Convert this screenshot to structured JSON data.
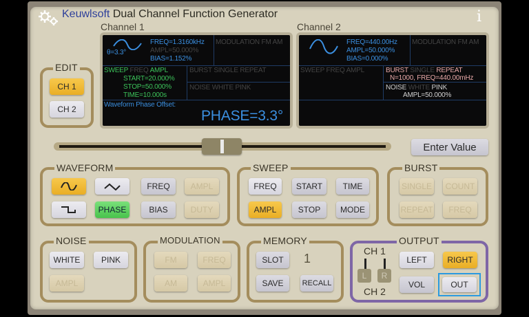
{
  "header": {
    "brand": "Keuwlsoft",
    "title": "Dual Channel Function Generator",
    "info_icon": "i"
  },
  "channels": [
    {
      "label": "Channel 1",
      "waveform_icon": "sine-wave",
      "theta": "θ=3.3°",
      "freq": "FREQ=1.3160kHz",
      "ampl": "AMPL=50.000%",
      "bias": "BIAS=1.152%",
      "modulation": {
        "label": "MODULATION",
        "fm": "FM",
        "am": "AM"
      },
      "sweep": {
        "label": "SWEEP",
        "freq": "FREQ",
        "ampl": "AMPL",
        "start": "START=20.000%",
        "stop": "STOP=50.000%",
        "time": "TIME=10.000s"
      },
      "burst": {
        "label": "BURST",
        "single": "SINGLE",
        "repeat": "REPEAT",
        "detail": ""
      },
      "noise": {
        "label": "NOISE",
        "white": "WHITE",
        "pink": "PINK",
        "ampl": ""
      },
      "message": "Waveform Phase Offset:",
      "big_value": "PHASE=3.3°"
    },
    {
      "label": "Channel 2",
      "waveform_icon": "sine-wave",
      "freq": "FREQ=440.00Hz",
      "ampl": "AMPL=50.000%",
      "bias": "BIAS=0.000%",
      "modulation": {
        "label": "MODULATION",
        "fm": "FM",
        "am": "AM"
      },
      "sweep": {
        "label": "SWEEP",
        "freq": "FREQ",
        "ampl": "AMPL"
      },
      "burst": {
        "label": "BURST",
        "single": "SINGLE",
        "repeat": "REPEAT",
        "detail": "N=1000, FREQ=440.00mHz"
      },
      "noise": {
        "label": "NOISE",
        "white": "WHITE",
        "pink": "PINK",
        "ampl": "AMPL=50.000%"
      }
    }
  ],
  "edit": {
    "label": "EDIT",
    "ch1": "CH 1",
    "ch2": "CH 2"
  },
  "slider": {
    "enter_value": "Enter Value"
  },
  "waveform": {
    "label": "WAVEFORM",
    "freq": "FREQ",
    "ampl": "AMPL",
    "phase": "PHASE",
    "bias": "BIAS",
    "duty": "DUTY"
  },
  "sweep": {
    "label": "SWEEP",
    "freq": "FREQ",
    "start": "START",
    "time": "TIME",
    "ampl": "AMPL",
    "stop": "STOP",
    "mode": "MODE"
  },
  "burst": {
    "label": "BURST",
    "single": "SINGLE",
    "count": "COUNT",
    "repeat": "REPEAT",
    "freq": "FREQ"
  },
  "noise": {
    "label": "NOISE",
    "white": "WHITE",
    "pink": "PINK",
    "ampl": "AMPL"
  },
  "modulation": {
    "label": "MODULATION",
    "fm": "FM",
    "freq": "FREQ",
    "am": "AM",
    "ampl": "AMPL"
  },
  "memory": {
    "label": "MEMORY",
    "slot": "SLOT",
    "slot_value": "1",
    "save": "SAVE",
    "recall": "RECALL"
  },
  "output": {
    "label": "OUTPUT",
    "ch1": "CH 1",
    "ch2": "CH 2",
    "l": "L",
    "r": "R",
    "left": "LEFT",
    "right": "RIGHT",
    "vol": "VOL",
    "out": "OUT"
  },
  "colors": {
    "accent_yellow": "#f0b93a",
    "accent_green": "#56c957",
    "screen_blue": "#3b8fe0",
    "screen_green": "#3cc35a",
    "output_purple": "#7e66a6",
    "focus_blue": "#2a9ae0"
  }
}
